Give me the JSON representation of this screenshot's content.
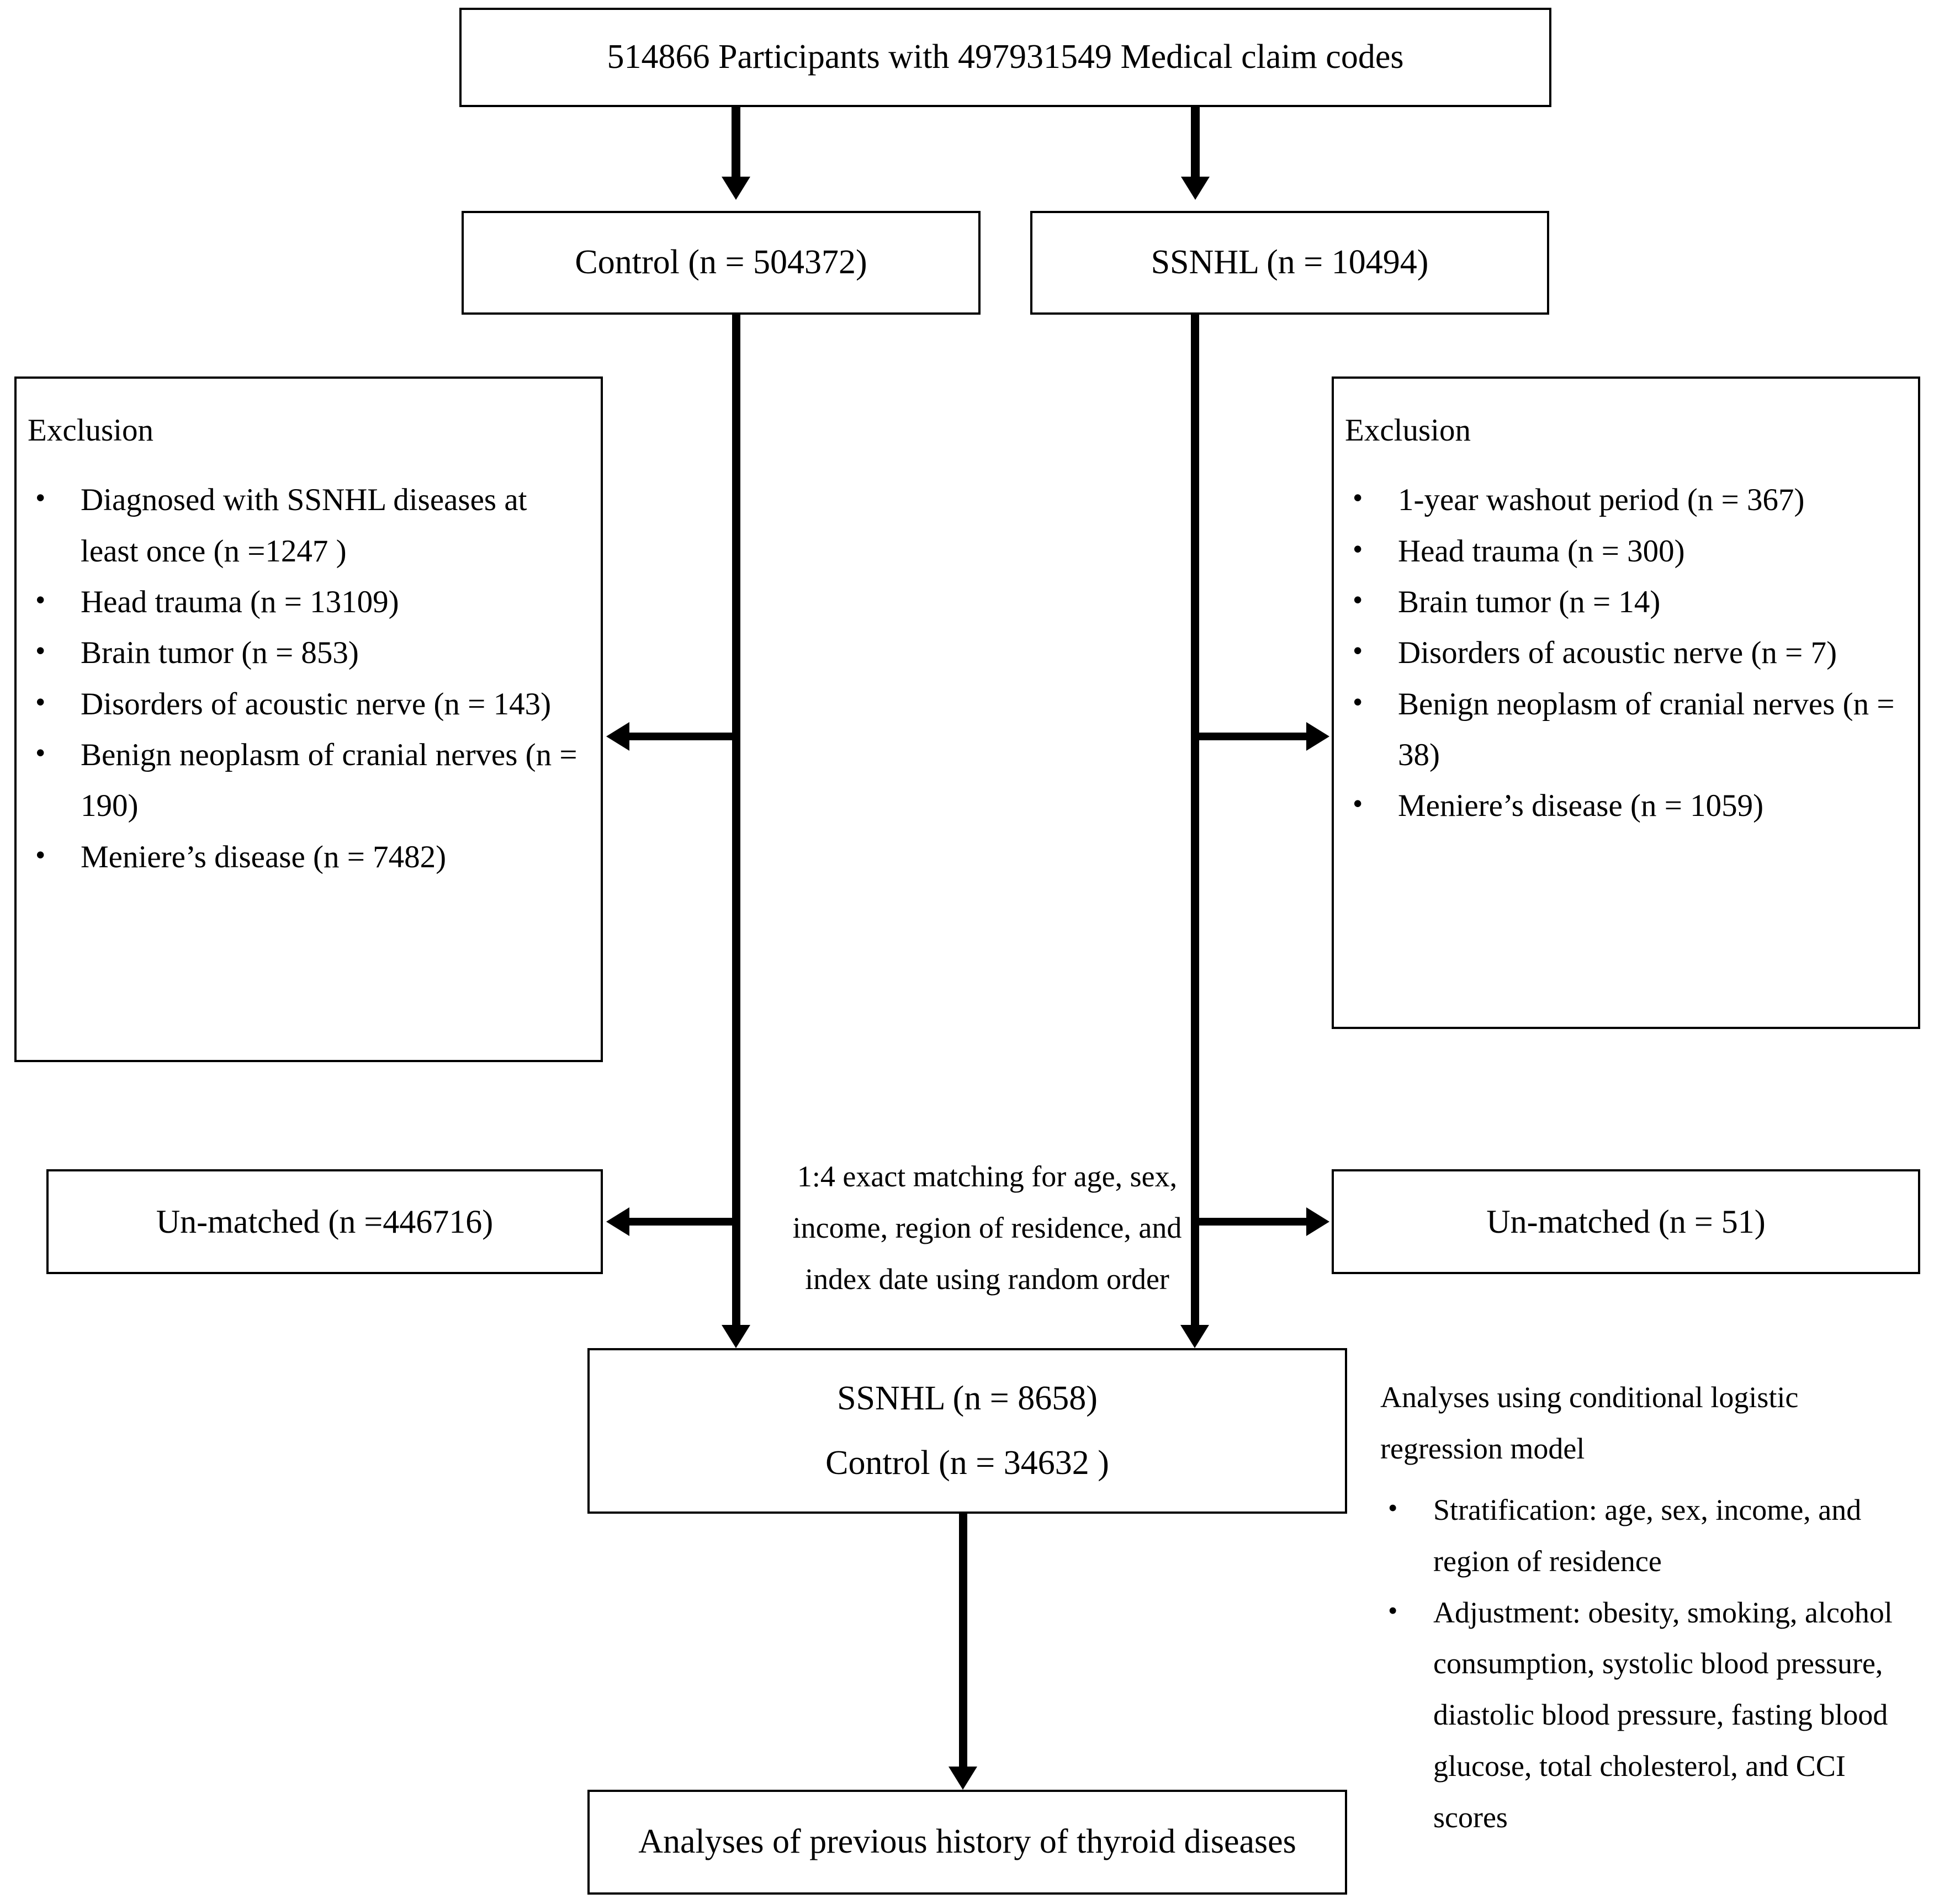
{
  "diagram": {
    "title": "Study participant selection flowchart",
    "stroke_color": "#000000",
    "background_color": "#ffffff"
  },
  "nodes": {
    "source": {
      "label": "514866 Participants with  497931549 Medical claim codes"
    },
    "control": {
      "label": "Control (n = 504372)"
    },
    "ssnhl": {
      "label": "SSNHL (n = 10494)"
    },
    "control_exclusion": {
      "title": "Exclusion",
      "items": [
        "Diagnosed with SSNHL diseases at least once (n =1247 )",
        "Head trauma (n = 13109)",
        "Brain tumor (n = 853)",
        "Disorders of acoustic nerve (n = 143)",
        "Benign neoplasm of cranial nerves (n = 190)",
        "Meniere’s disease  (n = 7482)"
      ]
    },
    "ssnhl_exclusion": {
      "title": "Exclusion",
      "items": [
        "1-year washout period (n = 367)",
        "Head trauma (n = 300)",
        "Brain tumor (n = 14)",
        "Disorders of acoustic nerve (n = 7)",
        "Benign neoplasm of cranial nerves (n = 38)",
        "Meniere’s disease (n = 1059)"
      ]
    },
    "matching_note": {
      "lines": [
        "1:4 exact matching for age, sex,",
        "income, region of residence, and",
        "index date using random order"
      ]
    },
    "unmatched_control": {
      "label": "Un-matched (n =446716)"
    },
    "unmatched_ssnhl": {
      "label": "Un-matched (n =  51)"
    },
    "matched_cohort": {
      "line1": "SSNHL (n = 8658)",
      "line2": "Control (n = 34632 )"
    },
    "analysis_note": {
      "heading_lines": [
        "Analyses using conditional logistic",
        "regression model"
      ],
      "items": [
        "Stratification: age, sex, income, and region of residence",
        "Adjustment: obesity, smoking, alcohol consumption, systolic blood pressure, diastolic blood pressure, fasting blood glucose, total cholesterol, and CCI scores"
      ]
    },
    "final_analysis": {
      "label": "Analyses of previous history of thyroid diseases"
    }
  }
}
